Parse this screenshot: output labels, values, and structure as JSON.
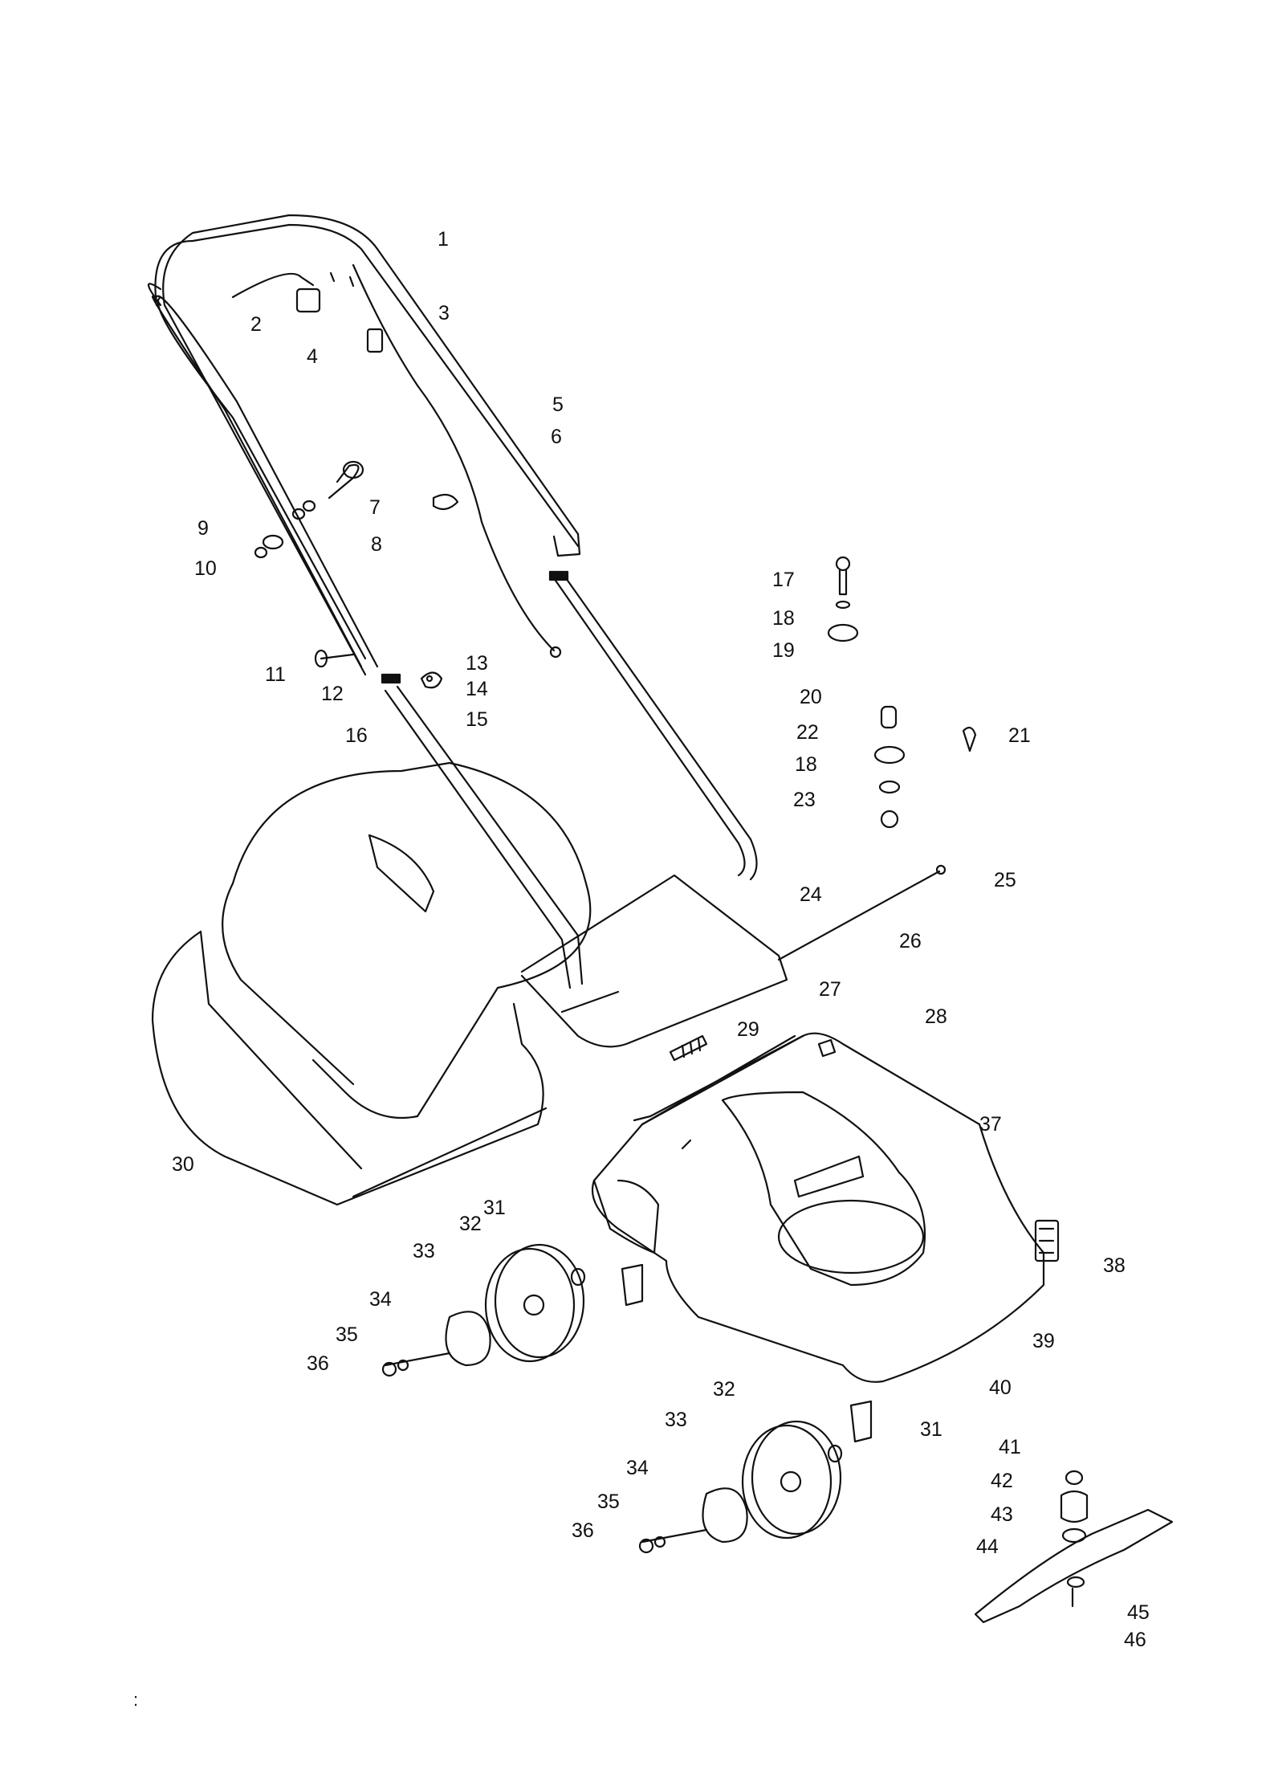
{
  "callouts": [
    "1",
    "2",
    "3",
    "4",
    "5",
    "6",
    "7",
    "8",
    "9",
    "10",
    "11",
    "12",
    "13",
    "14",
    "15",
    "16",
    "17",
    "18",
    "19",
    "20",
    "22",
    "18",
    "23",
    "21",
    "24",
    "25",
    "26",
    "27",
    "28",
    "29",
    "37",
    "30",
    "31",
    "32",
    "33",
    "34",
    "35",
    "36",
    "38",
    "39",
    "40",
    "32",
    "33",
    "31",
    "41",
    "34",
    "42",
    "35",
    "43",
    "36",
    "44",
    "45",
    "46"
  ],
  "corner_mark": ":"
}
